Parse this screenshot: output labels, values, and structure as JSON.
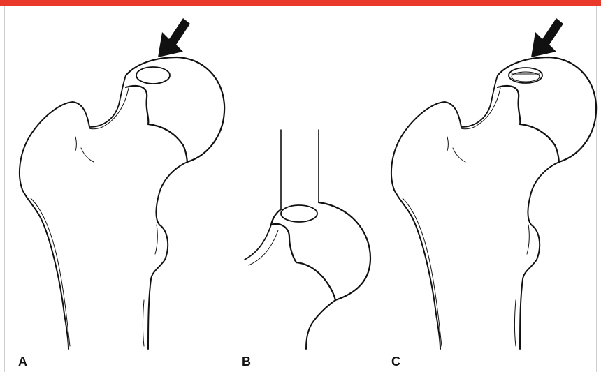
{
  "panels": [
    {
      "label": "A"
    },
    {
      "label": "B"
    },
    {
      "label": "C"
    }
  ],
  "colors": {
    "top_bar": "#e8392b",
    "line": "#111111",
    "background": "#ffffff"
  }
}
